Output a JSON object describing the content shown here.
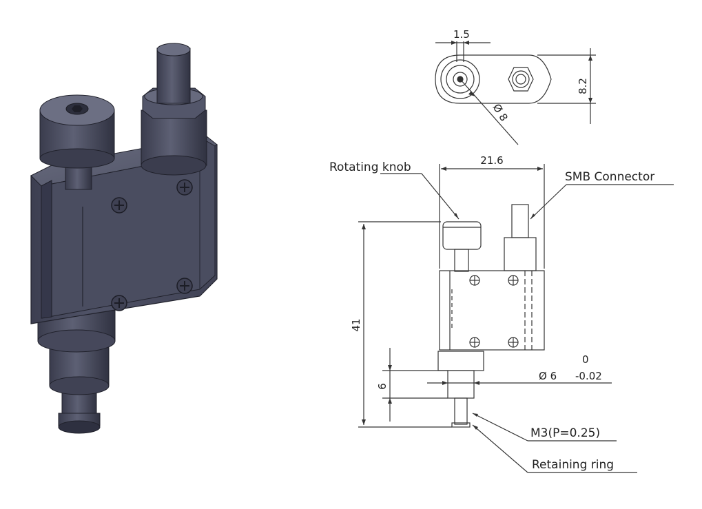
{
  "drawing": {
    "callouts": {
      "rotating_knob": "Rotating knob",
      "smb_connector": "SMB Connector",
      "thread": "M3(P=0.25)",
      "retaining_ring": "Retaining ring"
    },
    "dimensions": {
      "top_offset": "1.5",
      "top_height": "8.2",
      "top_diameter": "Ø 8",
      "body_width": "21.6",
      "overall_height": "41",
      "shaft_length": "6",
      "shaft_diameter": "Ø 6",
      "tol_upper": "0",
      "tol_lower": "-0.02"
    },
    "colors": {
      "iso_body": "#4a4d60",
      "iso_shadow": "#2f3140",
      "iso_highlight": "#7a7e92",
      "line": "#333333"
    },
    "icons": {
      "screw": "phillips-screw-icon",
      "hex_socket": "hex-socket-icon"
    }
  }
}
